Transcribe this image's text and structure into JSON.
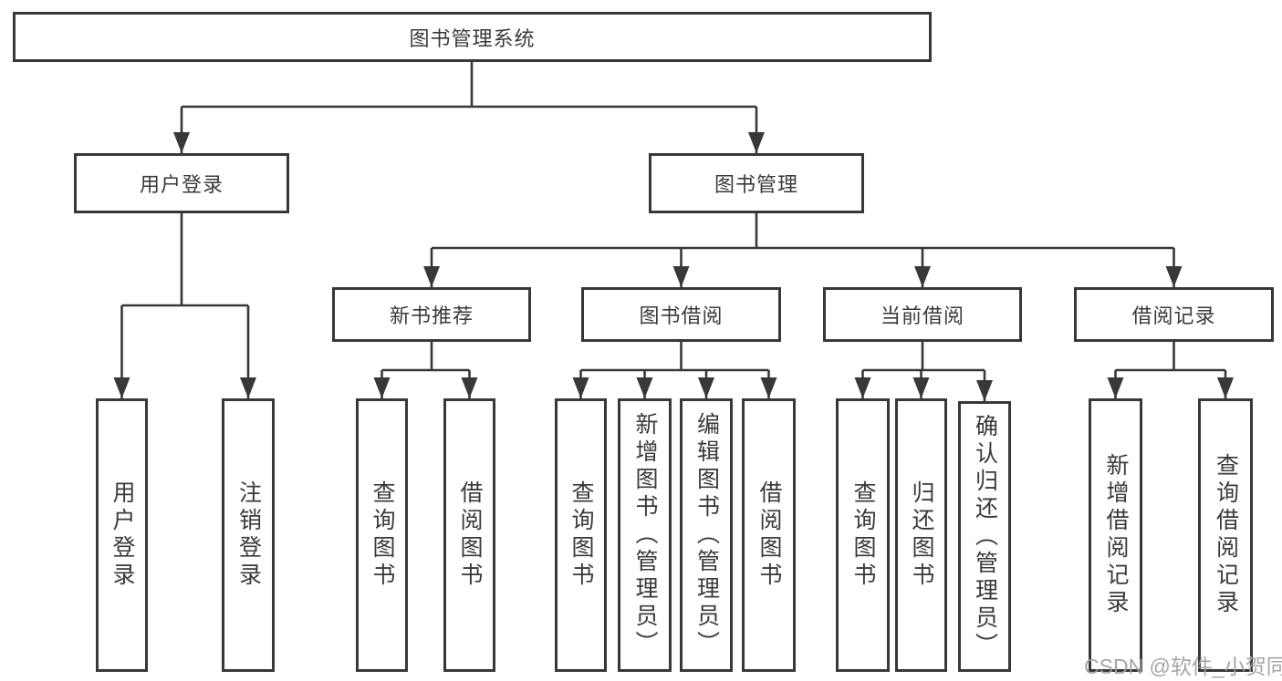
{
  "tree": {
    "label": "图书管理系统",
    "children": [
      {
        "label": "用户登录",
        "children": [
          {
            "label": "用户登录"
          },
          {
            "label": "注销登录"
          }
        ]
      },
      {
        "label": "图书管理",
        "children": [
          {
            "label": "新书推荐",
            "children": [
              {
                "label": "查询图书"
              },
              {
                "label": "借阅图书"
              }
            ]
          },
          {
            "label": "图书借阅",
            "children": [
              {
                "label": "查询图书"
              },
              {
                "label": "新增图书（管理员）"
              },
              {
                "label": "编辑图书（管理员）"
              },
              {
                "label": "借阅图书"
              }
            ]
          },
          {
            "label": "当前借阅",
            "children": [
              {
                "label": "查询图书"
              },
              {
                "label": "归还图书"
              },
              {
                "label": "确认归还（管理员）"
              }
            ]
          },
          {
            "label": "借阅记录",
            "children": [
              {
                "label": "新增借阅记录"
              },
              {
                "label": "查询借阅记录"
              }
            ]
          }
        ]
      }
    ]
  },
  "watermark": {
    "text": "CSDN @软件_小贺同学"
  },
  "colors": {
    "line": "#383838",
    "text": "#3a3a3a",
    "watermark": "#9e9e9e",
    "background": "#ffffff"
  }
}
